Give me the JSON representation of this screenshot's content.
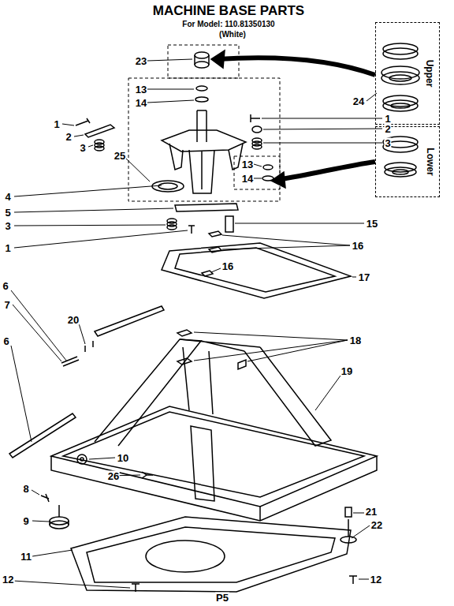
{
  "diagram": {
    "title": "MACHINE BASE PARTS",
    "nodes": [
      {
        "text": [
          "Upper"
        ]
      },
      {
        "text": [
          "Lower"
        ]
      }
    ],
    "labels": [
      "For Model: 110.81350130",
      "(White)",
      "23",
      "13",
      "14",
      "1",
      "2",
      "3",
      "24",
      "1",
      "2",
      "3",
      "25",
      "13",
      "14",
      "4",
      "5",
      "3",
      "15",
      "16",
      "1",
      "16",
      "17",
      "6",
      "7",
      "20",
      "18",
      "6",
      "19",
      "10",
      "26",
      "8",
      "9",
      "21",
      "22",
      "11",
      "12",
      "12",
      "P5"
    ]
  }
}
